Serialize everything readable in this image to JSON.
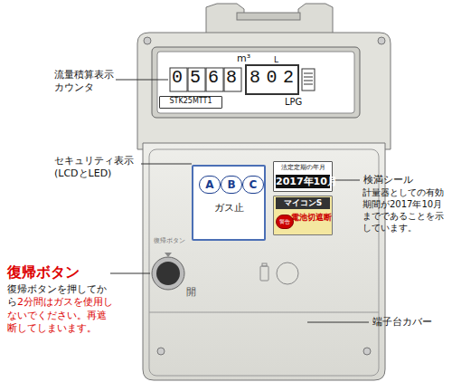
{
  "diagram": {
    "nodes": [
      {
        "text": [
          "ガス止"
        ]
      },
      {
        "text": [
          "A"
        ],
        "in": 0
      },
      {
        "text": [
          "B"
        ],
        "in": 0
      },
      {
        "text": [
          "C"
        ],
        "in": 0
      },
      {
        "text": [
          "法定定期の年月",
          "2017年10月"
        ]
      },
      {
        "text": [
          "マイコンS",
          "電池切遮断"
        ]
      },
      {
        "text": [
          "警告"
        ],
        "in": 5
      },
      {
        "text": [
          "STK25MTT1"
        ]
      }
    ],
    "labels": [
      "流量積算表示 カウンタ",
      "0568",
      "802",
      "m³",
      "L",
      "LPG",
      "復帰ボタン",
      "開",
      "復帰ボタン",
      "復帰ボタンを押してから",
      "2分間はガスを使用しないでください。再遮断してしまいます。",
      "検満シール",
      "計量器としての有効期間が2017年10月までであることを示しています。",
      "端子台カバー",
      "セキュリティ表示 (LCDとLED)"
    ]
  }
}
